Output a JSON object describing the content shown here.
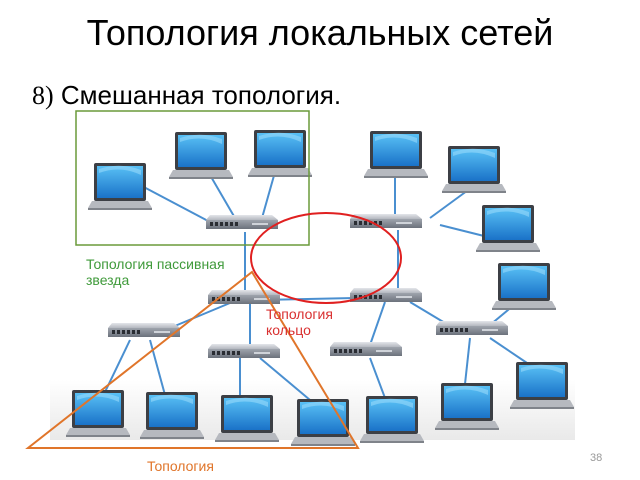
{
  "slide": {
    "title": "Топология локальных сетей",
    "subtitle_number": "8)",
    "subtitle_text": "Смешанная топология.",
    "page_number": "38"
  },
  "labels": {
    "passive_star": "Топология пассивная звезда",
    "ring": "Топология кольцо",
    "tree": "Топология"
  },
  "colors": {
    "star_frame": "#6a9a3a",
    "ring": "#e02020",
    "tree": "#e0752a",
    "cable": "#4a8fd0",
    "laptop_screen": "#2f9fe0",
    "hub_body": "#b8bcc4"
  },
  "icons": {
    "laptop": "laptop-icon",
    "hub": "network-hub-icon"
  }
}
